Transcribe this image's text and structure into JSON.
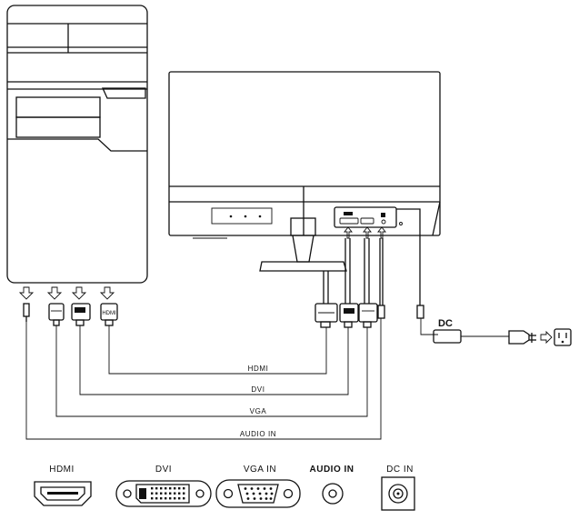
{
  "cable_labels": {
    "hdmi": "HDMI",
    "dvi": "DVI",
    "vga": "VGA",
    "audio_in": "AUDIO IN"
  },
  "power_label": "DC",
  "port_labels": {
    "hdmi": "HDMI",
    "dvi": "DVI",
    "vga_in": "VGA IN",
    "audio_in": "AUDIO IN",
    "dc_in": "DC IN"
  },
  "line_color": "#111111",
  "background": "#ffffff"
}
